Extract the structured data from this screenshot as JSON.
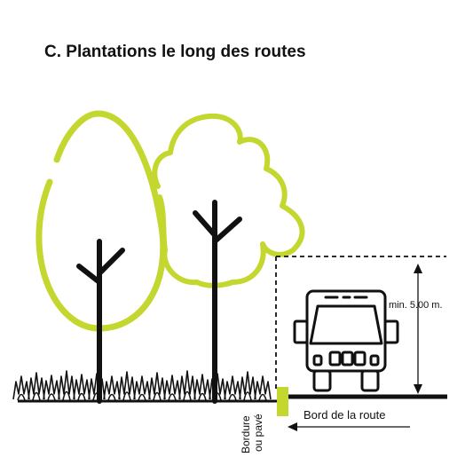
{
  "title": "C. Plantations le long des routes",
  "labels": {
    "height": "min. 5.00 m.",
    "road_edge": "Bord de la route",
    "curb_line1": "Bordure",
    "curb_line2": "ou pavé"
  },
  "colors": {
    "foliage": "#c3d72f",
    "line": "#111111",
    "background": "#ffffff"
  },
  "icons": [
    "tree-crown-oval-icon",
    "tree-crown-cloud-icon",
    "grass-icon",
    "truck-icon",
    "curb-icon",
    "arrow-left-icon",
    "dimension-arrow-icon"
  ]
}
